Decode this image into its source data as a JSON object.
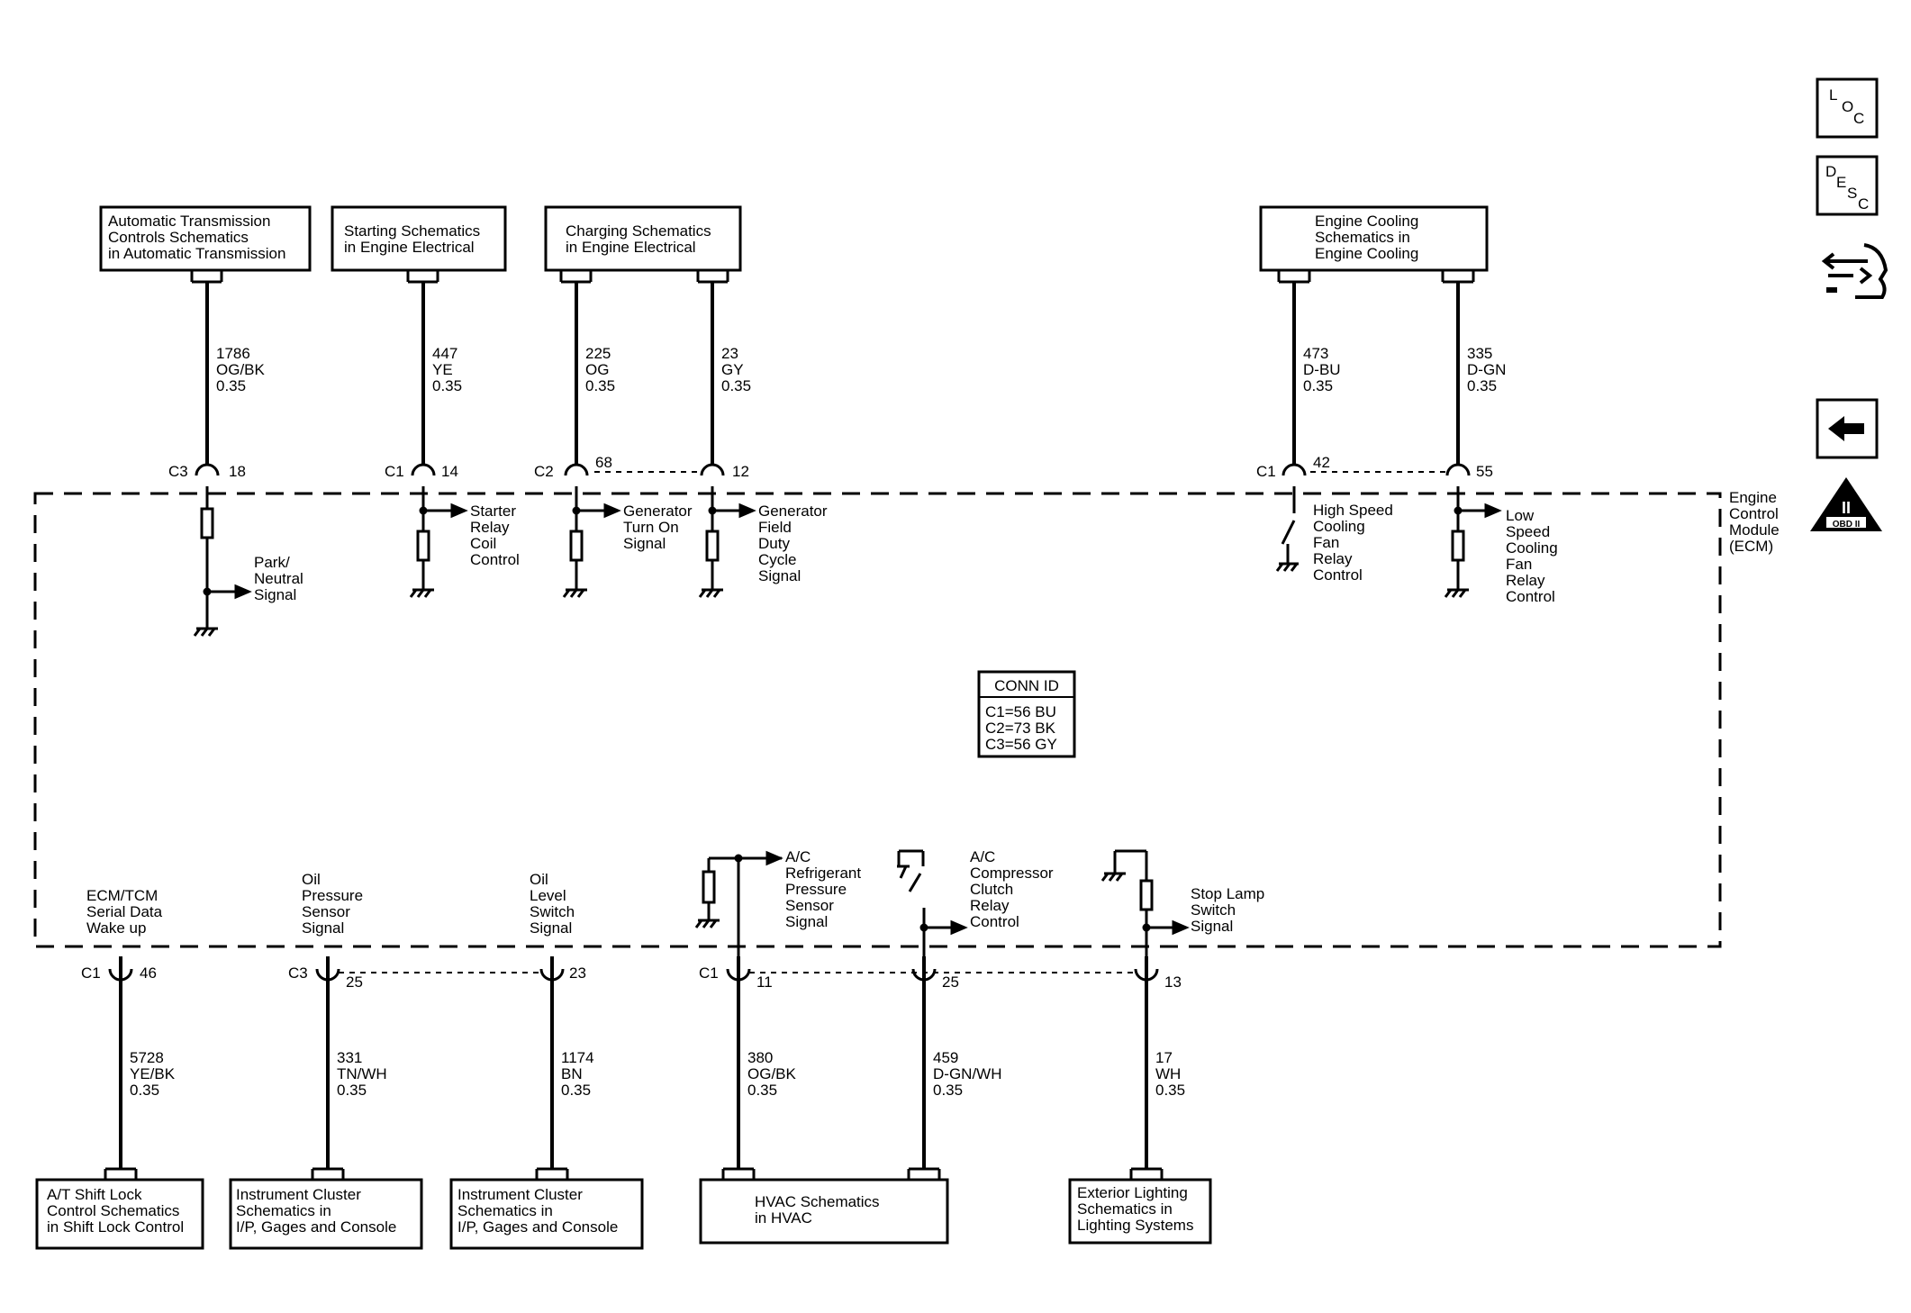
{
  "top_boxes": [
    {
      "lines": [
        "Automatic Transmission",
        "Controls Schematics",
        "in Automatic Transmission"
      ]
    },
    {
      "lines": [
        "Starting Schematics",
        "in Engine Electrical"
      ]
    },
    {
      "lines": [
        "Charging Schematics",
        "in Engine Electrical"
      ]
    },
    {
      "lines": [
        "Engine Cooling",
        "Schematics in",
        "Engine Cooling"
      ]
    }
  ],
  "bottom_boxes": [
    {
      "lines": [
        "A/T Shift Lock",
        "Control Schematics",
        "in Shift Lock Control"
      ]
    },
    {
      "lines": [
        "Instrument Cluster",
        "Schematics in",
        "I/P, Gages and Console"
      ]
    },
    {
      "lines": [
        "Instrument Cluster",
        "Schematics in",
        "I/P, Gages and Console"
      ]
    },
    {
      "lines": [
        "HVAC Schematics",
        "in HVAC"
      ]
    },
    {
      "lines": [
        "Exterior Lighting",
        "Schematics in",
        "Lighting Systems"
      ]
    }
  ],
  "top_wires": [
    {
      "circuit": "1786",
      "color": "OG/BK",
      "size": "0.35",
      "conn": "C3",
      "pin": "18"
    },
    {
      "circuit": "447",
      "color": "YE",
      "size": "0.35",
      "conn": "C1",
      "pin": "14"
    },
    {
      "circuit": "225",
      "color": "OG",
      "size": "0.35",
      "conn": "C2",
      "pin": "68"
    },
    {
      "circuit": "23",
      "color": "GY",
      "size": "0.35",
      "conn": "",
      "pin": "12"
    },
    {
      "circuit": "473",
      "color": "D-BU",
      "size": "0.35",
      "conn": "C1",
      "pin": "42"
    },
    {
      "circuit": "335",
      "color": "D-GN",
      "size": "0.35",
      "conn": "",
      "pin": "55"
    }
  ],
  "bottom_wires": [
    {
      "circuit": "5728",
      "color": "YE/BK",
      "size": "0.35",
      "conn": "C1",
      "pin": "46"
    },
    {
      "circuit": "331",
      "color": "TN/WH",
      "size": "0.35",
      "conn": "C3",
      "pin": "25"
    },
    {
      "circuit": "1174",
      "color": "BN",
      "size": "0.35",
      "conn": "",
      "pin": "23"
    },
    {
      "circuit": "380",
      "color": "OG/BK",
      "size": "0.35",
      "conn": "C1",
      "pin": "11"
    },
    {
      "circuit": "459",
      "color": "D-GN/WH",
      "size": "0.35",
      "conn": "",
      "pin": "25"
    },
    {
      "circuit": "17",
      "color": "WH",
      "size": "0.35",
      "conn": "",
      "pin": "13"
    }
  ],
  "top_signals": [
    {
      "lines": [
        "Park/",
        "Neutral",
        "Signal"
      ]
    },
    {
      "lines": [
        "Starter",
        "Relay",
        "Coil",
        "Control"
      ]
    },
    {
      "lines": [
        "Generator",
        "Turn On",
        "Signal"
      ]
    },
    {
      "lines": [
        "Generator",
        "Field",
        "Duty",
        "Cycle",
        "Signal"
      ]
    },
    {
      "lines": [
        "High Speed",
        "Cooling",
        "Fan",
        "Relay",
        "Control"
      ]
    },
    {
      "lines": [
        "Low",
        "Speed",
        "Cooling",
        "Fan",
        "Relay",
        "Control"
      ]
    }
  ],
  "bottom_signals": [
    {
      "lines": [
        "ECM/TCM",
        "Serial Data",
        "Wake up"
      ]
    },
    {
      "lines": [
        "Oil",
        "Pressure",
        "Sensor",
        "Signal"
      ]
    },
    {
      "lines": [
        "Oil",
        "Level",
        "Switch",
        "Signal"
      ]
    },
    {
      "lines": [
        "A/C",
        "Refrigerant",
        "Pressure",
        "Sensor",
        "Signal"
      ]
    },
    {
      "lines": [
        "A/C",
        "Compressor",
        "Clutch",
        "Relay",
        "Control"
      ]
    },
    {
      "lines": [
        "Stop Lamp",
        "Switch",
        "Signal"
      ]
    }
  ],
  "module_label": [
    "Engine",
    "Control",
    "Module",
    "(ECM)"
  ],
  "conn_id": {
    "title": "CONN ID",
    "lines": [
      "C1=56 BU",
      "C2=73 BK",
      "C3=56 GY"
    ]
  },
  "side_icons": {
    "loc": [
      "L",
      "O",
      "C"
    ],
    "desc": [
      "D",
      "E",
      "S",
      "C"
    ],
    "obd": [
      "II",
      "OBD II"
    ]
  }
}
